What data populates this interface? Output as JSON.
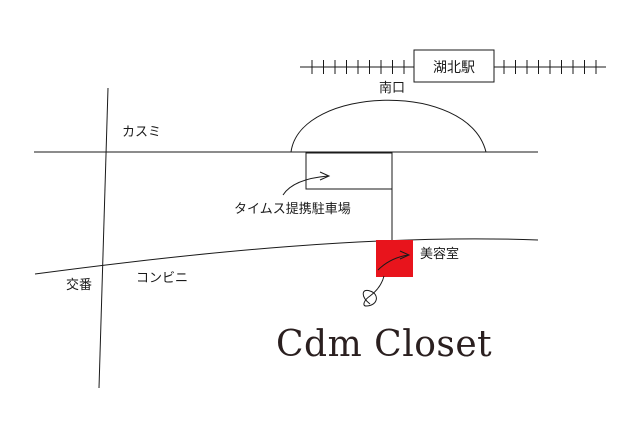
{
  "map": {
    "station": {
      "name": "湖北駅",
      "exit": "南口"
    },
    "landmarks": {
      "supermarket": "カスミ",
      "parking": "タイムス提携駐車場",
      "salon_label": "美容室",
      "convenience_store": "コンビニ",
      "police_box": "交番"
    },
    "shop": {
      "name": "Cdm Closet",
      "marker_color": "#e8141c"
    },
    "line_color": "#1a1a1a"
  }
}
